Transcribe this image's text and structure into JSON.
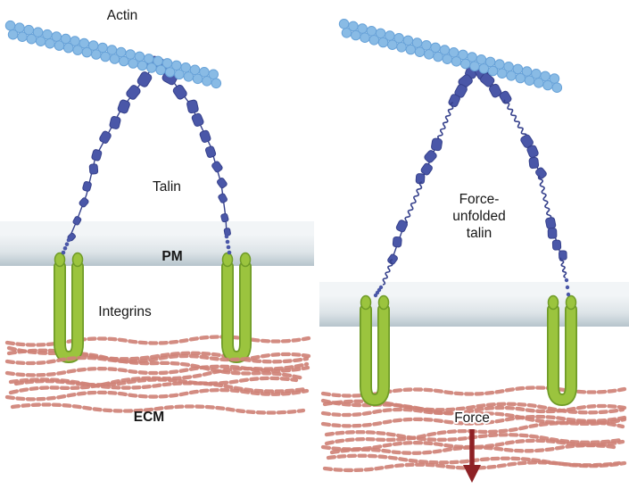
{
  "figure": {
    "left_panel": {
      "labels": {
        "actin": "Actin",
        "talin": "Talin",
        "pm": "PM",
        "integrins": "Integrins",
        "ecm": "ECM"
      }
    },
    "right_panel": {
      "labels": {
        "force_unfolded_lines": [
          "Force-",
          "unfolded",
          "talin"
        ],
        "force": "Force"
      }
    },
    "colors": {
      "background": "#ffffff",
      "actin": "#89bbe5",
      "actin_stroke": "#68a2d8",
      "talin": "#4a57a8",
      "talin_stroke": "#36418c",
      "membrane_top": "#f1f4f6",
      "membrane_mid": "#dde4e8",
      "membrane_bottom": "#b6c4cc",
      "integrin": "#9bc43e",
      "integrin_stroke": "#6f9b27",
      "ecm": "#cf8277",
      "force": "#8e2125",
      "label": "#161616"
    }
  }
}
